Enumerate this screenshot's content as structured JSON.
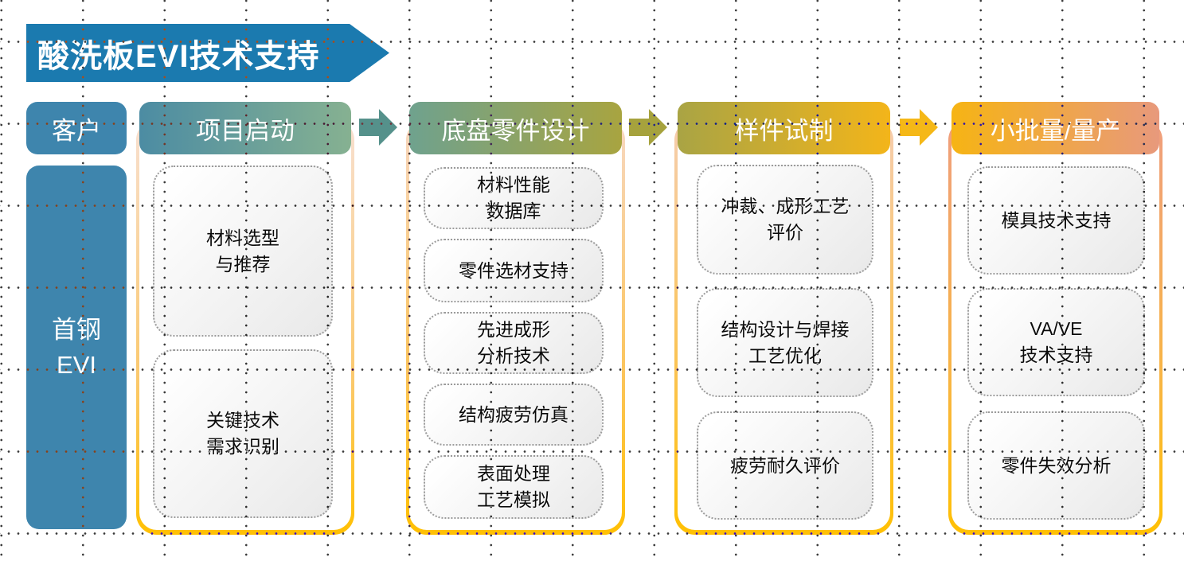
{
  "title": {
    "text": "酸洗板EVI技术支持"
  },
  "customer": {
    "header": "客户",
    "body": "首钢\nEVI"
  },
  "stages": [
    {
      "header": "项目启动",
      "items": [
        "材料选型\n与推荐",
        "关键技术\n需求识别"
      ]
    },
    {
      "header": "底盘零件设计",
      "items": [
        "材料性能\n数据库",
        "零件选材支持",
        "先进成形\n分析技术",
        "结构疲劳仿真",
        "表面处理\n工艺模拟"
      ]
    },
    {
      "header": "样件试制",
      "items": [
        "冲裁、成形工艺\n评价",
        "结构设计与焊接\n工艺优化",
        "疲劳耐久评价"
      ]
    },
    {
      "header": "小批量/量产",
      "items": [
        "模具技术支持",
        "VA/VE\n技术支持",
        "零件失效分析"
      ]
    }
  ],
  "colors": {
    "banner_blue": "#1B7AAF",
    "customer_blue": "#3E85AD",
    "stage1_gradient": [
      "#4C8CA3",
      "#86B191"
    ],
    "stage2_gradient": [
      "#6FA28E",
      "#A8A440"
    ],
    "stage3_gradient": [
      "#A9A444",
      "#F3B51A"
    ],
    "stage4_gradient": [
      "#F6B414",
      "#E8997C"
    ],
    "arrow1_teal": "#55918B",
    "arrow2_olive": "#A6A23D",
    "arrow3_gold": "#F5B817",
    "panel_border_gold": "#FFC003"
  }
}
